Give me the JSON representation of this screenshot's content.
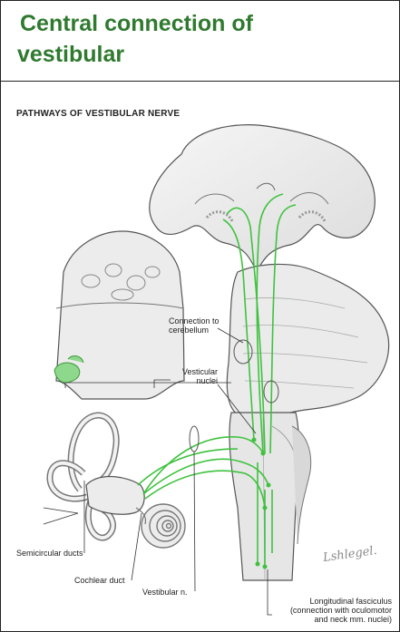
{
  "slide": {
    "title_line1": "Central connection of",
    "title_line2": "vestibular"
  },
  "figure": {
    "heading": "PATHWAYS OF VESTIBULAR NERVE",
    "labels": {
      "connection_to_cerebellum_1": "Connection to",
      "connection_to_cerebellum_2": "cerebellum",
      "vestibular_nuclei_1": "Vesticular",
      "vestibular_nuclei_2": "nuclei",
      "semicircular_ducts": "Semicircular ducts",
      "cochlear_duct": "Cochlear duct",
      "vestibular_n": "Vestibular n.",
      "longitudinal_fasciculus_1": "Longitudinal fasciculus",
      "longitudinal_fasciculus_2": "(connection with oculomotor",
      "longitudinal_fasciculus_3": "and neck mm. nuclei)"
    },
    "signature": "Lshlegel.",
    "colors": {
      "pathway": "#3ec23e",
      "tissue": "#ededed",
      "outline": "#555555"
    }
  }
}
